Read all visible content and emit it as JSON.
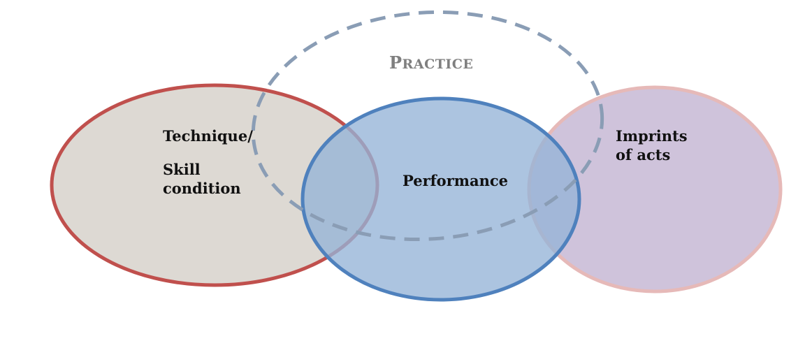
{
  "diagram": {
    "title": {
      "initial": "P",
      "rest": "RACTICE"
    },
    "labels": {
      "technique_line1": "Technique/",
      "skill_line1": "Skill",
      "skill_line2": "condition",
      "performance": "Performance",
      "imprints_line1": "Imprints",
      "imprints_line2": "of acts"
    },
    "colors": {
      "technique_fill": "#ddd9d3",
      "technique_stroke": "#c0504d",
      "performance_fill": "#95b3d7",
      "performance_stroke": "#4f81bd",
      "imprints_fill": "#ccc0d9",
      "imprints_stroke": "#e6b9b8",
      "practice_stroke": "#8a9db5",
      "title_text": "#7f7f7f",
      "label_text": "#111111"
    }
  }
}
